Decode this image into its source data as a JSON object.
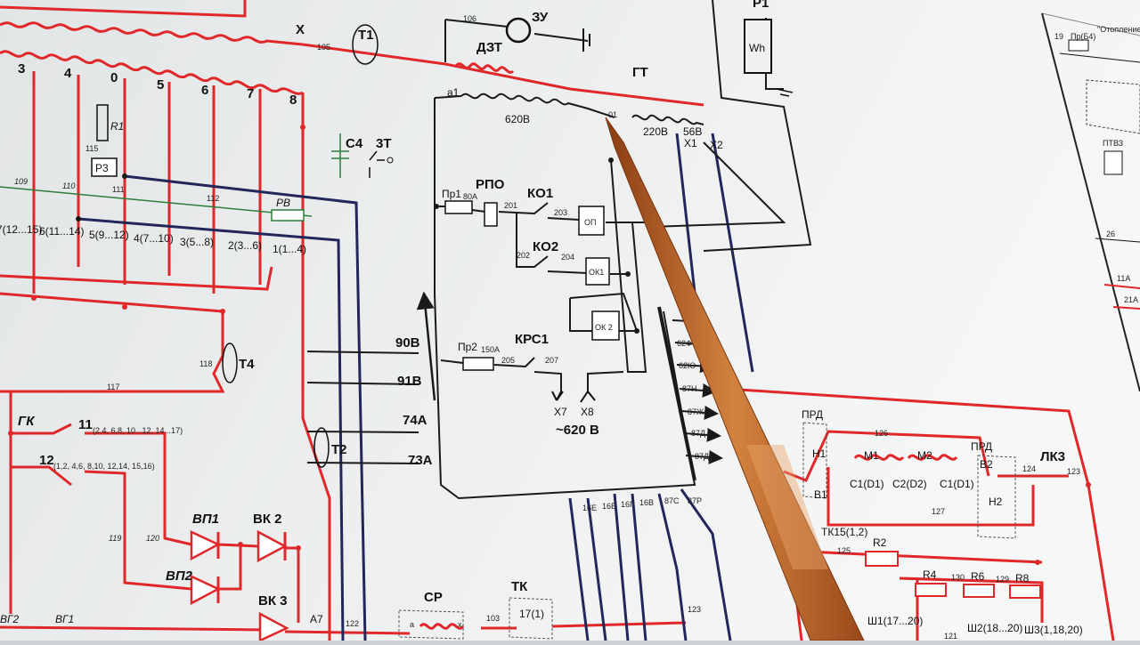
{
  "scene": {
    "description_free": true,
    "colors": {
      "paper": "#ecefef",
      "paper_right": "#f4f5f5",
      "red_wire": "#e0282a",
      "black_wire": "#1a1a1a",
      "navy_wire": "#22265a",
      "green_wire": "#2e7d3a",
      "pointer": "#c0692a"
    }
  },
  "top": {
    "x_label": "X",
    "t1": "Т1",
    "n105": "105",
    "n106": "106",
    "zu": "ЗУ",
    "dzt": "ДЗТ",
    "p1": "Р1",
    "wh": "Wh",
    "gt": "ГТ"
  },
  "taps": [
    "3",
    "4",
    "0",
    "5",
    "6",
    "7",
    "8"
  ],
  "left": {
    "r1": "R1",
    "n115": "115",
    "r3": "Р3",
    "n111": "111",
    "n109": "109",
    "n110": "110",
    "n112": "112",
    "rv": "РВ",
    "c4": "С4",
    "zt": "3Т",
    "contacts": [
      "7(12...15)",
      "6(11...14)",
      "5(9...12)",
      "4(7...10)",
      "3(5...8)",
      "2(3...6)",
      "1(1...4)"
    ],
    "n118": "118",
    "t4": "Т4",
    "n117": "117",
    "gk": "ГК",
    "c11": "11",
    "c11_sub": "(2,4, 6,8, 10...12, 14...17)",
    "c12": "12",
    "c12_sub": "(1,2, 4,6, 8,10, 12,14, 15,16)",
    "n119": "119",
    "n120": "120",
    "vp1": "ВП1",
    "vk2": "ВК 2",
    "vp2": "ВП2",
    "vk3": "ВК 3",
    "vg2": "ВГ2",
    "vg1": "ВГ1",
    "a7": "А7",
    "n122": "122",
    "t2": "Т2"
  },
  "outputs": [
    "90В",
    "91В",
    "74А",
    "73А"
  ],
  "center": {
    "a1": "а1",
    "v620": "620В",
    "o1": "01",
    "v220": "220В",
    "v56": "56В",
    "x1": "Х1",
    "x2": "Х2",
    "pr1": "Пр1",
    "pr1_amp": "80А",
    "rpo": "РПО",
    "n201": "201",
    "ko1": "КО1",
    "n203": "203",
    "op": "ОП",
    "ko2": "КО2",
    "n202": "202",
    "n204": "204",
    "ok1": "ОК1",
    "ok2": "ОК 2",
    "pr2": "Пр2",
    "pr2_amp": "150А",
    "krs1": "КРС1",
    "n205": "205",
    "n207": "207",
    "x7": "Х7",
    "x8": "Х8",
    "v620_out": "~620 В"
  },
  "bus": [
    "61",
    "62Ф",
    "62Ю",
    "87Н",
    "87Ж",
    "87Д",
    "87Д"
  ],
  "bottom_bus": [
    "16Е",
    "16Б",
    "16Г",
    "16В",
    "87С",
    "87Р"
  ],
  "bottom": {
    "sr": "СР",
    "tk": "ТК",
    "tk17": "17(1)",
    "n103": "103",
    "sr_a": "а",
    "sr_x": "х",
    "n123": "123"
  },
  "right": {
    "prd": "ПРД",
    "n126": "126",
    "n1": "Н1",
    "m1": "М1",
    "m2": "М2",
    "prd2": "ПРД",
    "v2": "В2",
    "n124": "124",
    "lk3": "ЛК3",
    "n123b": "123",
    "c1d1": "С1(D1)",
    "c2d2": "С2(D2)",
    "c1d1b": "С1(D1)",
    "v1": "В1",
    "n127": "127",
    "n2": "Н2",
    "tk15": "ТК15(1,2)",
    "n125": "125",
    "r2": "R2",
    "r4": "R4",
    "n130": "130",
    "r6": "R6",
    "n129": "129",
    "r8": "R8",
    "sh1": "Ш1(17...20)",
    "sh2": "Ш2(18...20)",
    "sh3": "Ш3(1,18,20)",
    "n121": "121"
  },
  "far_right": {
    "n19": "19",
    "pr_b4": "Пр(Б4)",
    "ops": "\"Отопление\"",
    "ptv": "ПТВЗ",
    "n26": "26",
    "n11a": "11А",
    "n21a": "21А"
  }
}
